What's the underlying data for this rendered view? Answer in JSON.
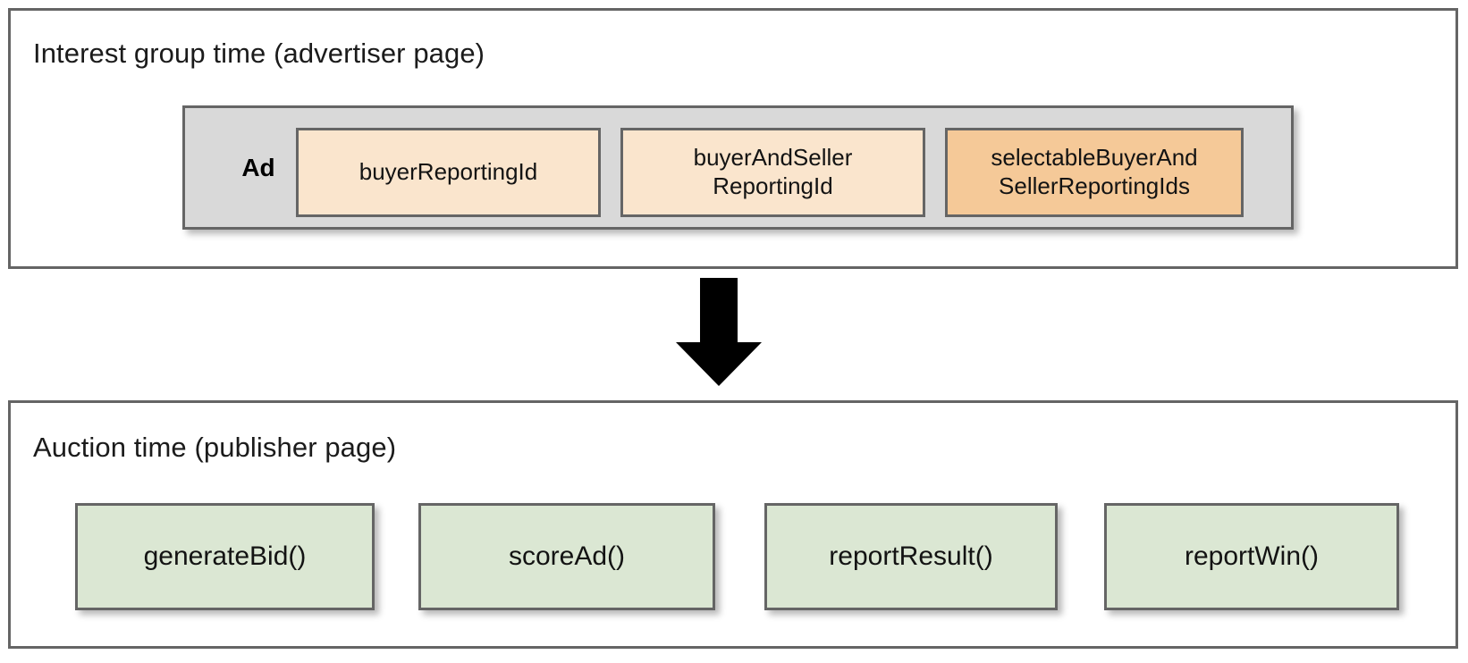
{
  "diagram": {
    "panels": [
      {
        "id": "interest-group-time",
        "title": "Interest group time (advertiser page)",
        "ad_group": {
          "label": "Ad",
          "background": "#d9d9d9",
          "items": [
            {
              "label": "buyerReportingId",
              "background": "#fae5cd",
              "emphasis": false
            },
            {
              "label": "buyerAndSeller\nReportingId",
              "line1": "buyerAndSeller",
              "line2": "ReportingId",
              "background": "#fae5cd",
              "emphasis": false
            },
            {
              "label": "selectableBuyerAnd\nSellerReportingIds",
              "line1": "selectableBuyerAnd",
              "line2": "SellerReportingIds",
              "background": "#f5c998",
              "emphasis": true
            }
          ]
        }
      },
      {
        "id": "auction-time",
        "title": "Auction time (publisher page)",
        "functions": [
          {
            "label": "generateBid()",
            "background": "#dbe7d3"
          },
          {
            "label": "scoreAd()",
            "background": "#dbe7d3"
          },
          {
            "label": "reportResult()",
            "background": "#dbe7d3"
          },
          {
            "label": "reportWin()",
            "background": "#dbe7d3"
          }
        ]
      }
    ],
    "connector": {
      "name": "down-arrow",
      "direction": "down",
      "color": "#000000"
    },
    "colors": {
      "panel_border": "#656565",
      "box_border": "#656565",
      "ad_group_fill": "#d9d9d9",
      "reporting_id_fill": "#fae5cd",
      "reporting_id_accent_fill": "#f5c998",
      "function_fill": "#dbe7d3",
      "text": "#131313",
      "background": "#ffffff"
    }
  }
}
